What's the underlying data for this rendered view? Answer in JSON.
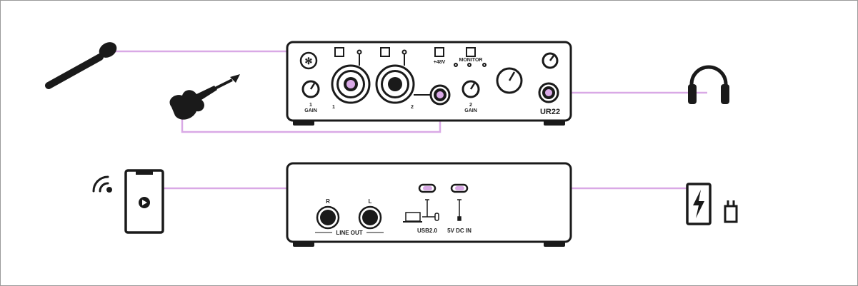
{
  "colors": {
    "cable": "#d9a9e6",
    "device": "#1a1a1a",
    "frame": "#9a9a9a"
  },
  "front_panel": {
    "switch_48v": "+48V",
    "monitor": "MONITOR",
    "gain_label": "GAIN",
    "channel_1": "1",
    "channel_2": "2",
    "model": "UR22"
  },
  "rear_panel": {
    "jack_r": "R",
    "jack_l": "L",
    "line_out": "LINE OUT",
    "usb": "USB2.0",
    "dc_in": "5V DC IN"
  },
  "icons": [
    "microphone-icon",
    "guitar-icon",
    "headphones-icon",
    "wireless-icon",
    "smartphone-play-icon",
    "power-bank-icon",
    "ac-plug-icon",
    "yamaha-logo-icon",
    "laptop-icon"
  ]
}
